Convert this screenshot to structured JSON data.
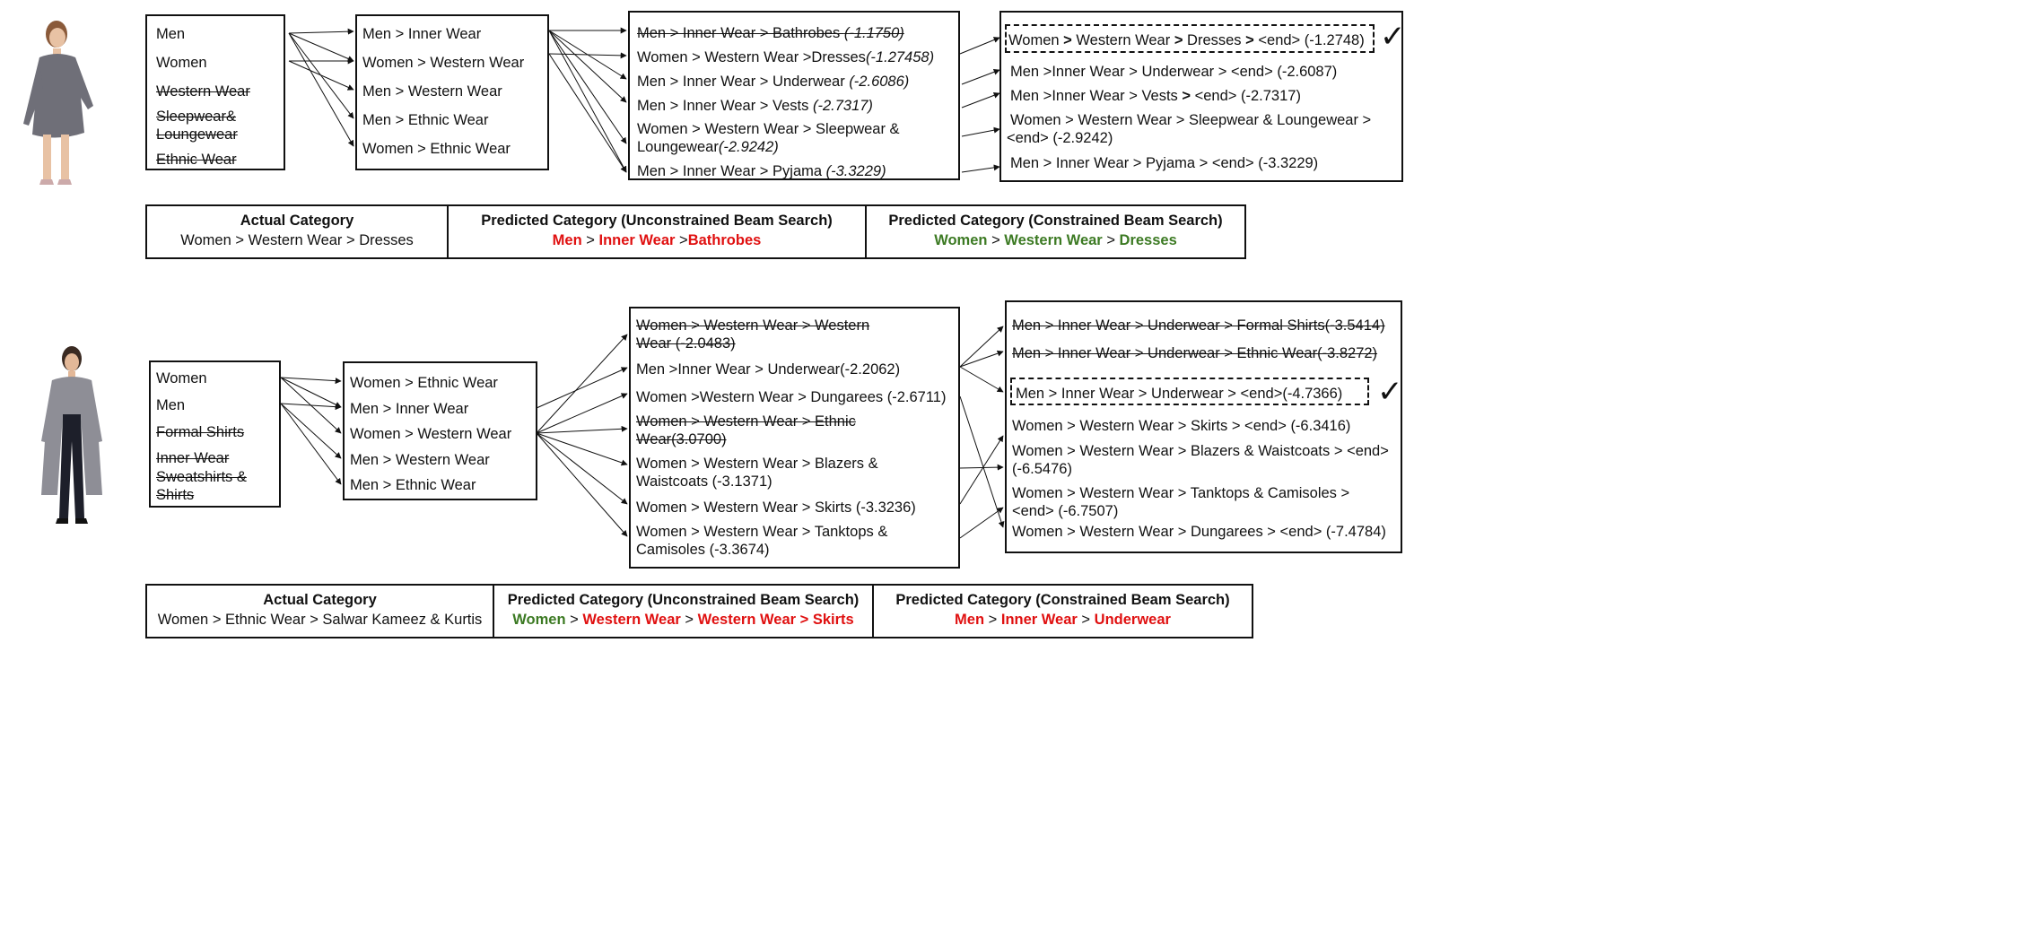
{
  "example1": {
    "col1": [
      "Men",
      "Women",
      "Western Wear",
      "Sleepwear&",
      "Loungewear",
      "Ethnic Wear"
    ],
    "col2": [
      "Men > Inner Wear",
      "Women > Western Wear",
      "Men > Western Wear",
      "Men > Ethnic Wear",
      "Women > Ethnic Wear"
    ],
    "col3": [
      {
        "text": "Men > Inner Wear > Bathrobes ",
        "score": "(-1.1750)"
      },
      {
        "text": "Women > Western Wear >Dresses",
        "score": "(-1.27458)"
      },
      {
        "text": "Men > Inner Wear > Underwear ",
        "score": "(-2.6086)"
      },
      {
        "text": "Men > Inner Wear > Vests ",
        "score": "(-2.7317)"
      },
      {
        "text": "Women > Western Wear > Sleepwear &",
        "text2": "Loungewear",
        "score": "(-2.9242)"
      },
      {
        "text": "Men > Inner Wear > Pyjama ",
        "score": "(-3.3229)"
      }
    ],
    "col4": [
      {
        "a": "Women ",
        "b": "Western Wear ",
        "c": "Dresses ",
        "d": "<end> (-1.2748)"
      },
      {
        "text": "Men >Inner Wear > Underwear > <end> (-2.6087)"
      },
      {
        "text1": "Men >Inner Wear > Vests ",
        "text2": "<end> (-2.7317)"
      },
      {
        "text": "Women > Western Wear > Sleepwear &  Loungewear >",
        "text2": "<end> (-2.9242)"
      },
      {
        "text": "Men > Inner Wear > Pyjama > <end> (-3.3229)"
      }
    ],
    "check": "✓",
    "actual_title": "Actual Category",
    "actual_value": "Women > Western Wear > Dresses",
    "uncon_title": "Predicted Category (Unconstrained Beam Search)",
    "uncon_parts": [
      "Men",
      "Inner Wear",
      "Bathrobes"
    ],
    "con_title": "Predicted Category (Constrained Beam Search)",
    "con_parts": [
      "Women",
      "Western Wear",
      "Dresses"
    ]
  },
  "example2": {
    "col1": [
      "Women",
      "Men",
      "Formal Shirts",
      "Inner Wear",
      "Sweatshirts &",
      "Shirts"
    ],
    "col2": [
      "Women > Ethnic Wear",
      "Men > Inner Wear",
      "Women > Western Wear",
      "Men > Western Wear",
      "Men > Ethnic Wear"
    ],
    "col3": [
      {
        "text": "Women > Western Wear > Western",
        "text2": "Wear (-2.0483)"
      },
      {
        "text": "Men >Inner Wear > Underwear(-2.2062)"
      },
      {
        "text": "Women >Western Wear > Dungarees (-2.6711)"
      },
      {
        "text": "Women >  Western Wear >  Ethnic",
        "text2": "Wear(3.0700)"
      },
      {
        "text": "Women >  Western Wear > Blazers &",
        "text2": "Waistcoats (-3.1371)"
      },
      {
        "text": "Women >  Western Wear > Skirts (-3.3236)"
      },
      {
        "text": "Women >  Western Wear > Tanktops &",
        "text2": "Camisoles (-3.3674)"
      }
    ],
    "col4": [
      {
        "text": "Men >  Inner Wear >  Underwear > Formal Shirts(-3.5414)"
      },
      {
        "text": "Men >  Inner Wear >  Underwear >  Ethnic Wear(-3.8272)"
      },
      {
        "text": "Men >  Inner Wear >  Underwear > <end>(-4.7366)"
      },
      {
        "text": "Women > Western Wear > Skirts > <end> (-6.3416)"
      },
      {
        "text": "Women >  Western Wear > Blazers & Waistcoats > <end>",
        "text2": "(-6.5476)"
      },
      {
        "text": "Women >  Western Wear > Tanktops & Camisoles >",
        "text2": "<end> (-6.7507)"
      },
      {
        "text": "Women >  Western Wear > Dungarees  > <end> (-7.4784)"
      }
    ],
    "check": "✓",
    "actual_title": "Actual Category",
    "actual_value": "Women > Ethnic Wear > Salwar Kameez & Kurtis",
    "uncon_title": "Predicted Category (Unconstrained Beam Search)",
    "uncon_parts": [
      "Women",
      "Western Wear",
      "Western Wear > Skirts"
    ],
    "con_title": "Predicted Category (Constrained Beam Search)",
    "con_parts": [
      "Men",
      "Inner Wear",
      "Underwear"
    ]
  },
  "separator": " > ",
  "colors": {
    "red": "#e01010",
    "green": "#3c7a23",
    "line": "#111111"
  }
}
